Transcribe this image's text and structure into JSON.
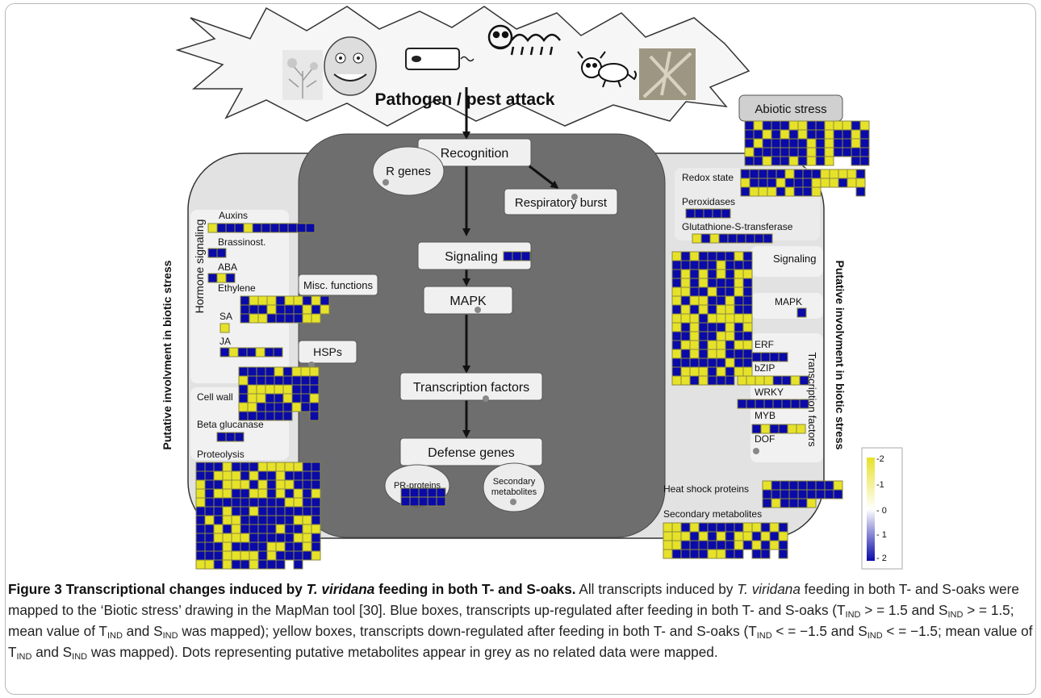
{
  "figure": {
    "banner": "Pathogen / pest attack",
    "side_label": "Putative involvment in biotic stress",
    "hormone_title": "Hormone signaling",
    "tf_title": "Transcription factors",
    "center_boxes": {
      "recognition": "Recognition",
      "signaling": "Signaling",
      "mapk": "MAPK",
      "tfs": "Transcription factors",
      "defense": "Defense genes"
    },
    "center_ellipses": {
      "rgenes": "R genes",
      "resp": "Respiratory burst",
      "pr": "PR-proteins",
      "sec": "Secondary metabolites"
    },
    "left_labels": {
      "auxins": "Auxins",
      "brass": "Brassinost.",
      "aba": "ABA",
      "eth": "Ethylene",
      "sa": "SA",
      "ja": "JA",
      "misc": "Misc. functions",
      "hsps": "HSPs",
      "cellwall": "Cell wall",
      "betaglu": "Beta glucanase",
      "proteolysis": "Proteolysis"
    },
    "right_labels": {
      "abiotic": "Abiotic stress",
      "redox": "Redox state",
      "perox": "Peroxidases",
      "gst": "Glutathione-S-transferase",
      "signaling": "Signaling",
      "mapk": "MAPK",
      "erf": "ERF",
      "bzip": "bZIP",
      "wrky": "WRKY",
      "myb": "MYB",
      "dof": "DOF",
      "hsp": "Heat shock proteins",
      "secmet": "Secondary metabolites"
    },
    "legend": {
      "ticks": [
        "-2",
        "-1",
        "- 0",
        "- 1",
        "- 2"
      ],
      "colors": {
        "up": "#0a0aa8",
        "down": "#e6e22a",
        "neutral": "#ffffff",
        "grid": "#8c8a3c"
      }
    }
  },
  "caption": {
    "title": "Figure 3 Transcriptional changes induced by",
    "title_species": "T. viridana",
    "title_rest": "feeding in both T- and S-oaks.",
    "p1": "All transcripts induced by",
    "p1_species": "T. viridana",
    "p2": "feeding in both T- and S-oaks were mapped to the ‘Biotic stress’ drawing in the MapMan tool [30]. Blue boxes, transcripts up-regulated after feeding in both T- and S-oaks (T",
    "sub_ind": "IND",
    "p3": " > = 1.5 and S",
    "p4": " > = 1.5; mean value of T",
    "p5": " and S",
    "p6": " was mapped); yellow boxes, transcripts down-regulated after feeding in both T- and S-oaks (T",
    "p7": " < = −1.5 and S",
    "p8": " < = −1.5; mean value of T",
    "p9": " and S",
    "p10": " was mapped). Dots representing putative metabolites appear in grey as no related data were mapped."
  }
}
